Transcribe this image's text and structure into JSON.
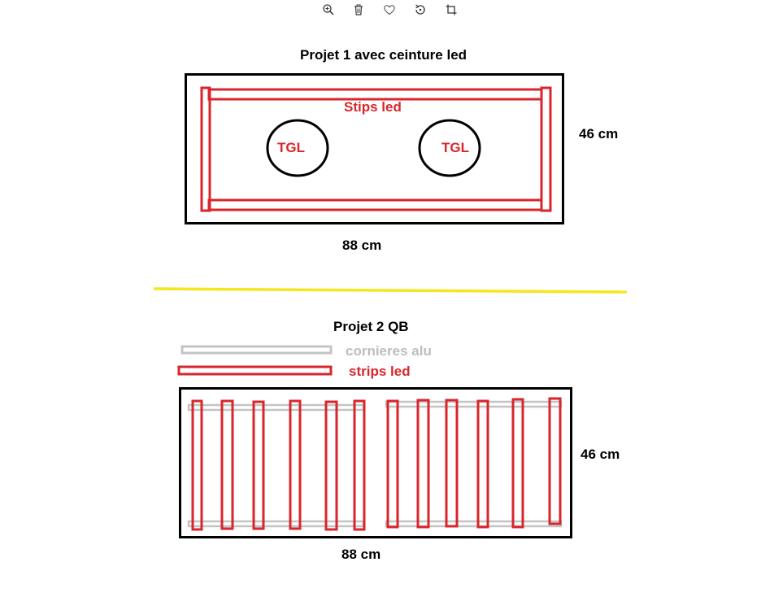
{
  "toolbar": {
    "icons": [
      "zoom-in-icon",
      "trash-icon",
      "heart-icon",
      "rotate-icon",
      "crop-icon"
    ]
  },
  "colors": {
    "frame": "#000000",
    "led": "#d8262c",
    "alu": "#c4c4c4",
    "separator": "#f5e61e"
  },
  "project1": {
    "title": "Projet 1 avec ceinture led",
    "strip_label": "Stips led",
    "tgl_left": "TGL",
    "tgl_right": "TGL",
    "height_label": "46 cm",
    "width_label": "88 cm"
  },
  "project2": {
    "title": "Projet 2 QB",
    "legend_alu": "cornieres alu",
    "legend_strips": "strips led",
    "height_label": "46 cm",
    "width_label": "88 cm"
  }
}
